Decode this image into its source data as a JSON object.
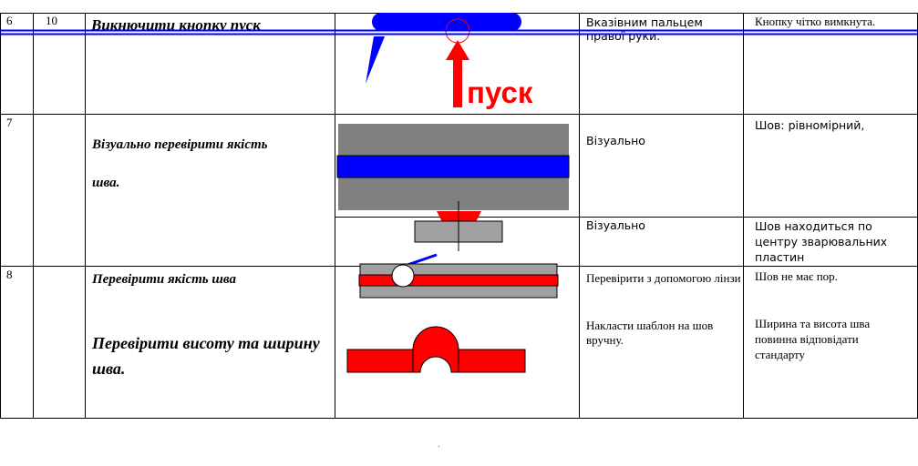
{
  "rows": [
    {
      "num": "6",
      "sub": "10",
      "action": "Викнючити кнопку пуск",
      "method": "Вказівним пальцем правої руки.",
      "result": "Кнопку чітко вимкнута."
    },
    {
      "num": "7",
      "action_line1": "Візуально перевірити якість",
      "action_line2": "шва.",
      "method_a": "Візуально",
      "result_a": "Шов: рівномірний,",
      "method_b": "Візуально",
      "result_b": "Шов находиться по центру зварювальних пластин"
    },
    {
      "num": "8",
      "action_a": "Перевірити якість шва",
      "action_b": "Перевірити висоту та ширину шва.",
      "method_a": "Перевірити з допомогою лінзи",
      "method_b": "Накласти шаблон на шов вручну.",
      "result_a": "Шов не має пор.",
      "result_b": "Ширина та висота шва повинна відповідати стандарту"
    }
  ],
  "illustration": {
    "start_label": "пуск"
  },
  "colors": {
    "blue": "#0000ff",
    "red": "#ff0000",
    "gray": "#808080",
    "light_gray": "#a0a0a0",
    "grid": "#000000"
  }
}
